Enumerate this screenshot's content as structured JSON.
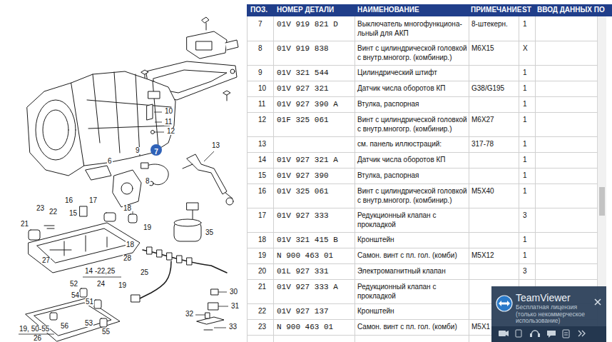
{
  "diagram": {
    "nodes": [
      {
        "text": [
          "7"
        ]
      },
      {
        "text": [
          "TeamViewer",
          "Бесплатная лицензия (только некоммерческое использование)"
        ]
      }
    ],
    "labels": [
      "ПОЗ.",
      "НОМЕР ДЕТАЛИ",
      "НАИМЕНОВАНИЕ",
      "ПРИМЕЧАНИЕ",
      "ST",
      "ВВОД ДАННЫХ ПО",
      "7",
      "01V 919 821 D",
      "Выключатель многофункциона- льный для АКП",
      "8-штекерн.",
      "1",
      "8",
      "01V 919 838",
      "Винт с цилиндрической головкой с внутр.многогр. (комбинир.)",
      "M6X15",
      "X",
      "9",
      "01V 321 544",
      "Цилиндрический штифт",
      "1",
      "10",
      "01V 927 321",
      "Датчик числа оборотов КП",
      "G38/G195",
      "1",
      "11",
      "01V 927 390 A",
      "Втулка, распорная",
      "1",
      "12",
      "01F 325 061",
      "Винт с цилиндрической головкой с внутр.многогр. (комбинир.)",
      "M6X27",
      "1",
      "13",
      "см. панель иллюстраций:",
      "317-78",
      "1",
      "14",
      "01V 927 321 A",
      "Датчик числа оборотов КП",
      "1",
      "15",
      "01V 927 390",
      "Втулка, распорная",
      "1",
      "16",
      "01V 325 061",
      "Винт с цилиндрической головкой с внутр.многогр. (комбинир.)",
      "M5X40",
      "1",
      "17",
      "01V 927 333",
      "Редукционный клапан с прокладкой",
      "3",
      "18",
      "01V 321 415 B",
      "Кронштейн",
      "1",
      "19",
      "N 900 463 01",
      "Самон. винт с пл. гол. (комби)",
      "M5X12",
      "1",
      "20",
      "01L 927 331",
      "Электромагнитный клапан",
      "3",
      "21",
      "01V 927 333 A",
      "Редукционный клапан с прокладкой",
      "22",
      "01V 927 137",
      "Кронштейн",
      "23",
      "N 900 463 01",
      "Самон. винт с пл. гол. (комби)",
      "M5X1",
      "10",
      "11",
      "12",
      "9",
      "13",
      "6",
      "8",
      "16",
      "17",
      "23",
      "22",
      "15",
      "18",
      "21",
      "19",
      "35",
      "18",
      "28",
      "27",
      "14 -22,25",
      "25",
      "52",
      "24",
      "19",
      "30",
      "54",
      "51",
      "31",
      "32",
      "53",
      "33",
      "56",
      "55",
      "19, 50-55",
      "26"
    ]
  }
}
